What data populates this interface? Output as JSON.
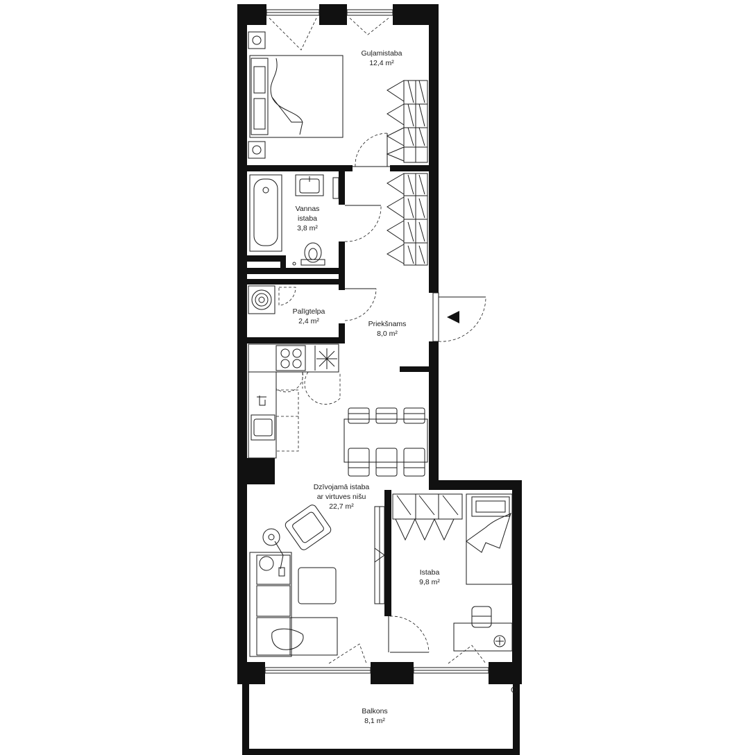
{
  "plan": {
    "rooms": [
      {
        "id": "bedroom",
        "name": "Guļamistaba",
        "area": "12,4 m²"
      },
      {
        "id": "bathroom",
        "name_line1": "Vannas",
        "name_line2": "istaba",
        "area": "3,8 m²"
      },
      {
        "id": "utility",
        "name": "Palīgtelpa",
        "area": "2,4 m²"
      },
      {
        "id": "hallway",
        "name": "Priekšnams",
        "area": "8,0 m²"
      },
      {
        "id": "living",
        "name_line1": "Dzīvojamā istaba",
        "name_line2": "ar virtuves nišu",
        "area": "22,7 m²"
      },
      {
        "id": "room",
        "name": "Istaba",
        "area": "9,8 m²"
      },
      {
        "id": "balcony",
        "name": "Balkons",
        "area": "8,1 m²"
      }
    ],
    "colors": {
      "wall": "#111111",
      "line": "#1a1a1a",
      "background": "#ffffff"
    },
    "icons": [
      "entrance-arrow-icon"
    ]
  }
}
